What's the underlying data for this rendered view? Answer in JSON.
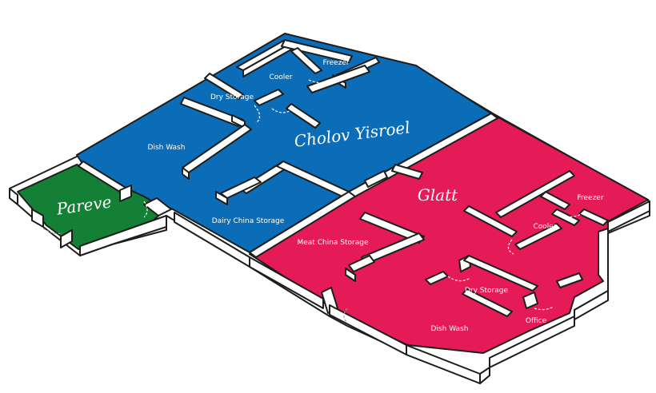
{
  "colors": {
    "cholor_yisroel": "#0b6db8",
    "glatt": "#e51b57",
    "pareve": "#138036",
    "wall": "#ffffff",
    "outline": "#1d1d1b"
  },
  "zones": {
    "cholor_yisroel": "Cholov Yisroel",
    "glatt": "Glatt",
    "pareve": "Pareve"
  },
  "rooms": {
    "freezer_blue": "Freezer",
    "cooler_blue": "Cooler",
    "dry_storage_blue": "Dry Storage",
    "dish_wash_blue": "Dish Wash",
    "dairy_china_storage": "Dairy China Storage",
    "meat_china_storage": "Meat China Storage",
    "freezer_red": "Freezer",
    "cooler_red": "Cooler",
    "dry_storage_red": "Dry Storage",
    "office": "Office",
    "dish_wash_red": "Dish Wash"
  }
}
